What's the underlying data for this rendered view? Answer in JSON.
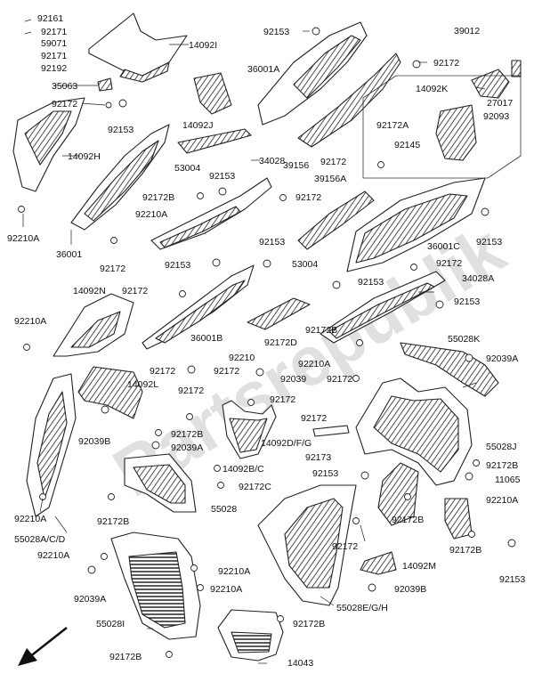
{
  "diagram": {
    "parts": [
      {
        "key": "p92161",
        "number": "92161"
      },
      {
        "key": "p92171a",
        "number": "92171"
      },
      {
        "key": "p59071",
        "number": "59071"
      },
      {
        "key": "p92171b",
        "number": "92171"
      },
      {
        "key": "p92192",
        "number": "92192"
      },
      {
        "key": "p35063",
        "number": "35063"
      },
      {
        "key": "p92172_l1",
        "number": "92172"
      },
      {
        "key": "p92153_l1",
        "number": "92153"
      },
      {
        "key": "p14092I",
        "number": "14092I"
      },
      {
        "key": "p92153_t",
        "number": "92153"
      },
      {
        "key": "p36001A",
        "number": "36001A"
      },
      {
        "key": "p39012",
        "number": "39012"
      },
      {
        "key": "p92172_t",
        "number": "92172"
      },
      {
        "key": "p14092K",
        "number": "14092K"
      },
      {
        "key": "p27017",
        "number": "27017"
      },
      {
        "key": "p92093",
        "number": "92093"
      },
      {
        "key": "p92172A",
        "number": "92172A"
      },
      {
        "key": "p92145",
        "number": "92145"
      },
      {
        "key": "p14092J",
        "number": "14092J"
      },
      {
        "key": "p14092H",
        "number": "14092H"
      },
      {
        "key": "p39156",
        "number": "39156"
      },
      {
        "key": "p53004a",
        "number": "53004"
      },
      {
        "key": "p92153_m",
        "number": "92153"
      },
      {
        "key": "p34028",
        "number": "34028"
      },
      {
        "key": "p92172_m1",
        "number": "92172"
      },
      {
        "key": "p39156A",
        "number": "39156A"
      },
      {
        "key": "p92172B_a",
        "number": "92172B"
      },
      {
        "key": "p92172_m2",
        "number": "92172"
      },
      {
        "key": "p92210A_a",
        "number": "92210A"
      },
      {
        "key": "p92210A_l",
        "number": "92210A"
      },
      {
        "key": "p36001",
        "number": "36001"
      },
      {
        "key": "p92172_m3",
        "number": "92172"
      },
      {
        "key": "p36001C",
        "number": "36001C"
      },
      {
        "key": "p92153_r",
        "number": "92153"
      },
      {
        "key": "p92153_c",
        "number": "92153"
      },
      {
        "key": "p92153_c2",
        "number": "92153"
      },
      {
        "key": "p53004b",
        "number": "53004"
      },
      {
        "key": "p92172_r2",
        "number": "92172"
      },
      {
        "key": "p92153_c3",
        "number": "92153"
      },
      {
        "key": "p34028A",
        "number": "34028A"
      },
      {
        "key": "p14092N",
        "number": "14092N"
      },
      {
        "key": "p92172_c4",
        "number": "92172"
      },
      {
        "key": "p92153_r3",
        "number": "92153"
      },
      {
        "key": "p92210A_l2",
        "number": "92210A"
      },
      {
        "key": "p36001B",
        "number": "36001B"
      },
      {
        "key": "p92172D",
        "number": "92172D"
      },
      {
        "key": "p92172B_b",
        "number": "92172B"
      },
      {
        "key": "p55028K",
        "number": "55028K"
      },
      {
        "key": "p92210",
        "number": "92210"
      },
      {
        "key": "p92210A_b",
        "number": "92210A"
      },
      {
        "key": "p92039A_r",
        "number": "92039A"
      },
      {
        "key": "p92172_l2",
        "number": "92172"
      },
      {
        "key": "p92172_l3",
        "number": "92172"
      },
      {
        "key": "p92039",
        "number": "92039"
      },
      {
        "key": "p92172_c5",
        "number": "92172"
      },
      {
        "key": "p14092L",
        "number": "14092L"
      },
      {
        "key": "p92172_l4",
        "number": "92172"
      },
      {
        "key": "p92172_c6",
        "number": "92172"
      },
      {
        "key": "p92172_c7",
        "number": "92172"
      },
      {
        "key": "p92039B_l",
        "number": "92039B"
      },
      {
        "key": "p92172B_c",
        "number": "92172B"
      },
      {
        "key": "p14092DFG",
        "number": "14092D/F/G"
      },
      {
        "key": "p92039A_c",
        "number": "92039A"
      },
      {
        "key": "p92173",
        "number": "92173"
      },
      {
        "key": "p55028J",
        "number": "55028J"
      },
      {
        "key": "p92172B_r",
        "number": "92172B"
      },
      {
        "key": "p14092BC",
        "number": "14092B/C"
      },
      {
        "key": "p11065",
        "number": "11065"
      },
      {
        "key": "p92153_cc",
        "number": "92153"
      },
      {
        "key": "p92172C",
        "number": "92172C"
      },
      {
        "key": "p92210A_r",
        "number": "92210A"
      },
      {
        "key": "p55028",
        "number": "55028"
      },
      {
        "key": "p92210A_l3",
        "number": "92210A"
      },
      {
        "key": "p92172B_l",
        "number": "92172B"
      },
      {
        "key": "p92172B_rc",
        "number": "92172B"
      },
      {
        "key": "p55028ACD",
        "number": "55028A/C/D"
      },
      {
        "key": "p92172_cb",
        "number": "92172"
      },
      {
        "key": "p92172B_rr",
        "number": "92172B"
      },
      {
        "key": "p92210A_l4",
        "number": "92210A"
      },
      {
        "key": "p14092M",
        "number": "14092M"
      },
      {
        "key": "p92153_rb",
        "number": "92153"
      },
      {
        "key": "p92210A_c1",
        "number": "92210A"
      },
      {
        "key": "p92039A_l",
        "number": "92039A"
      },
      {
        "key": "p92210A_c2",
        "number": "92210A"
      },
      {
        "key": "p92039B_c",
        "number": "92039B"
      },
      {
        "key": "p55028EGH",
        "number": "55028E/G/H"
      },
      {
        "key": "p55028I",
        "number": "55028I"
      },
      {
        "key": "p92172B_bc",
        "number": "92172B"
      },
      {
        "key": "p92172B_lb",
        "number": "92172B"
      },
      {
        "key": "p14043",
        "number": "14043"
      }
    ],
    "watermark_text": "Partsrepublik",
    "colors": {
      "line": "#222222",
      "fill": "#ffffff",
      "hatch": "#333333",
      "watermark": "#d9d9d9"
    },
    "icons": [
      "front-arrow-icon",
      "screw-icon",
      "clip-icon",
      "bolt-icon"
    ]
  }
}
